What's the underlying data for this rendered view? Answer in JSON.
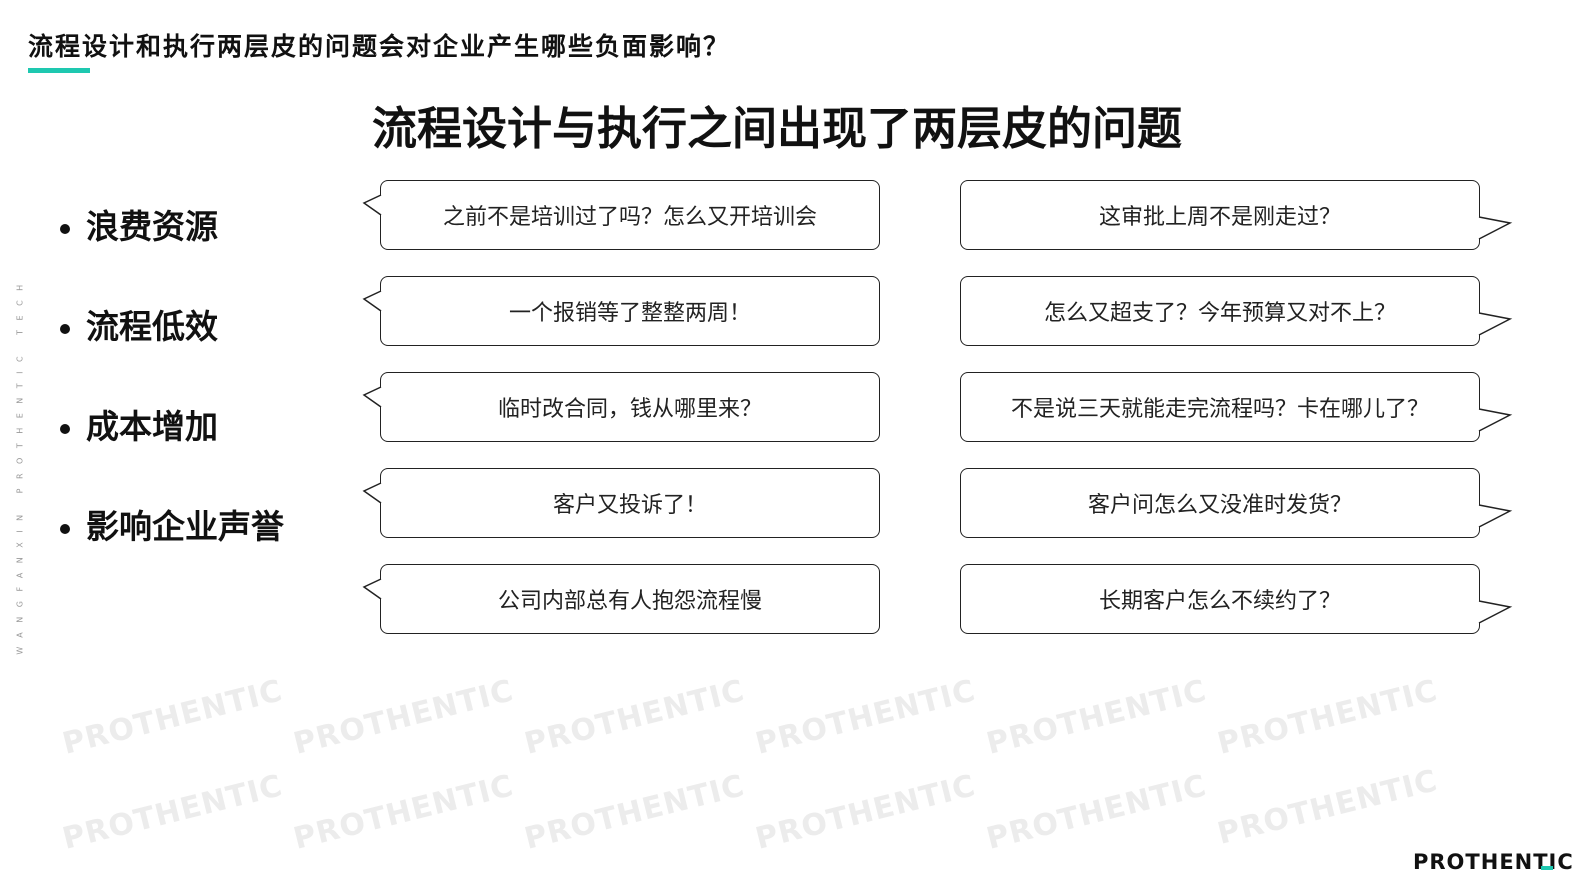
{
  "header": {
    "title": "流程设计和执行两层皮的问题会对企业产生哪些负面影响？",
    "accent_color": "#1ec8b0"
  },
  "side_text": "WANGFANXIN PROTHENTIC TECH",
  "main_title": "流程设计与执行之间出现了两层皮的问题",
  "bullets": [
    "浪费资源",
    "流程低效",
    "成本增加",
    "影响企业声誉"
  ],
  "bubbles": [
    {
      "text": "之前不是培训过了吗？怎么又开培训会",
      "tail": "left"
    },
    {
      "text": "这审批上周不是刚走过？",
      "tail": "right"
    },
    {
      "text": "一个报销等了整整两周！",
      "tail": "left"
    },
    {
      "text": "怎么又超支了？今年预算又对不上？",
      "tail": "right"
    },
    {
      "text": "临时改合同，钱从哪里来？",
      "tail": "left"
    },
    {
      "text": "不是说三天就能走完流程吗？卡在哪儿了？",
      "tail": "right"
    },
    {
      "text": "客户又投诉了！",
      "tail": "left"
    },
    {
      "text": "客户问怎么又没准时发货？",
      "tail": "right"
    },
    {
      "text": "公司内部总有人抱怨流程慢",
      "tail": "left"
    },
    {
      "text": "长期客户怎么不续约了？",
      "tail": "right"
    }
  ],
  "watermark": "PROTHENTIC",
  "logo": "PROTHENTIC"
}
